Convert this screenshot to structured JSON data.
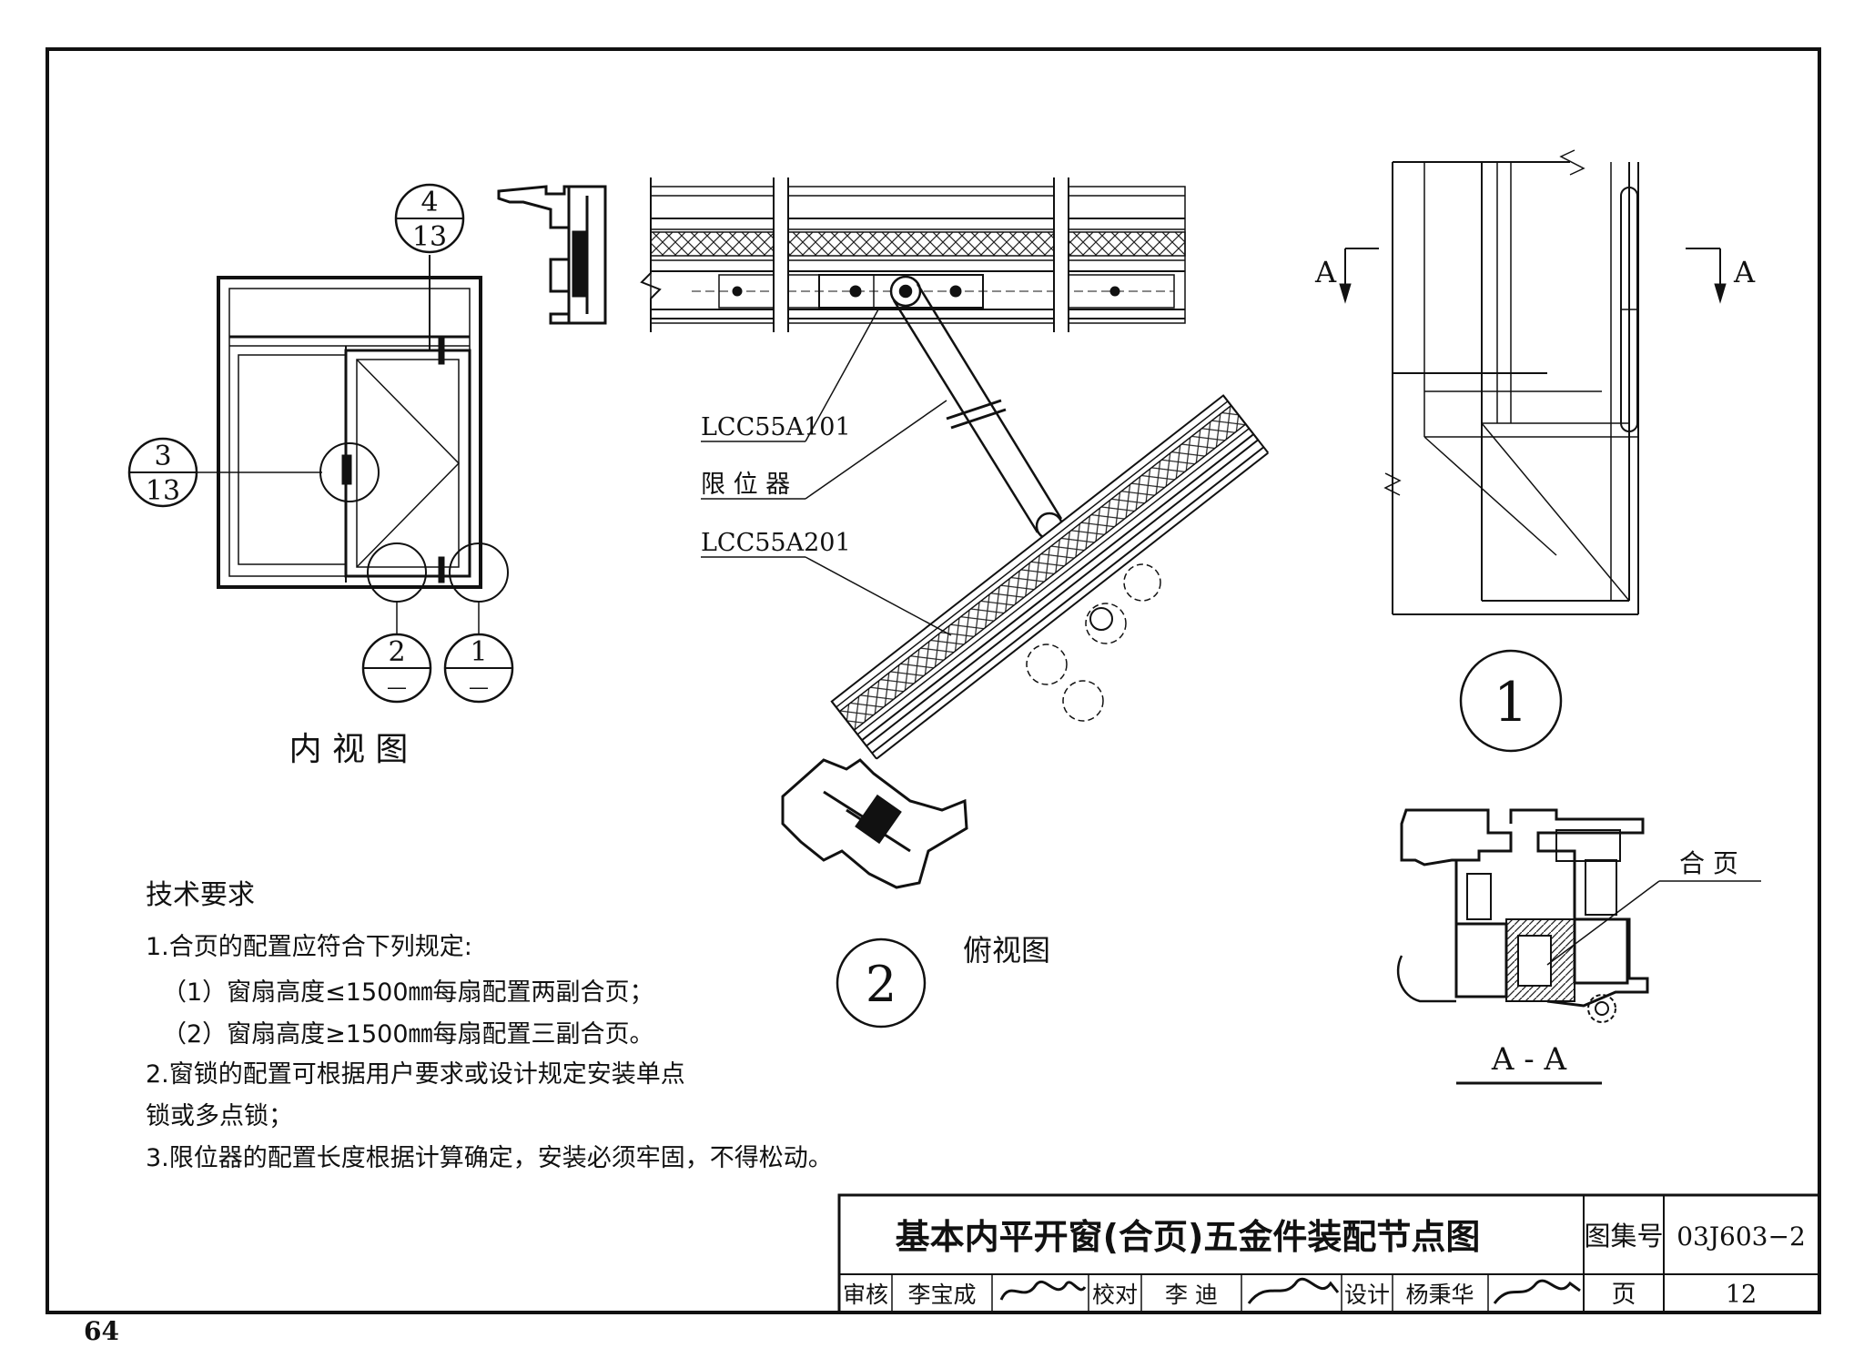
{
  "page_number": "64",
  "elevation": {
    "caption": "内 视 图",
    "callout_top": {
      "num": "4",
      "den": "13"
    },
    "callout_left": {
      "num": "3",
      "den": "13"
    },
    "callout_b2": {
      "num": "2",
      "den": "—"
    },
    "callout_b1": {
      "num": "1",
      "den": "—"
    }
  },
  "plan": {
    "label_profile_top": "LCC55A101",
    "label_limiter": "限 位 器",
    "label_profile_sash": "LCC55A201",
    "detail_number": "2",
    "caption": "俯视图"
  },
  "detail1": {
    "section_mark_left": "A",
    "section_mark_right": "A",
    "detail_number": "1"
  },
  "section_aa": {
    "label_hinge": "合 页",
    "caption": "A - A"
  },
  "requirements": {
    "heading": "技术要求",
    "lines": [
      "1.合页的配置应符合下列规定:",
      "（1）窗扇高度≤1500㎜每扇配置两副合页；",
      "（2）窗扇高度≥1500㎜每扇配置三副合页。",
      "2.窗锁的配置可根据用户要求或设计规定安装单点",
      "锁或多点锁；",
      "3.限位器的配置长度根据计算确定，安装必须牢固，不得松动。"
    ]
  },
  "title_block": {
    "title": "基本内平开窗(合页)五金件装配节点图",
    "atlas_label": "图集号",
    "atlas_no": "03J603−2",
    "review_label": "审核",
    "review_name": "李宝成",
    "check_label": "校对",
    "check_name": "李 迪",
    "design_label": "设计",
    "design_name": "杨秉华",
    "page_label": "页",
    "page_no": "12"
  }
}
